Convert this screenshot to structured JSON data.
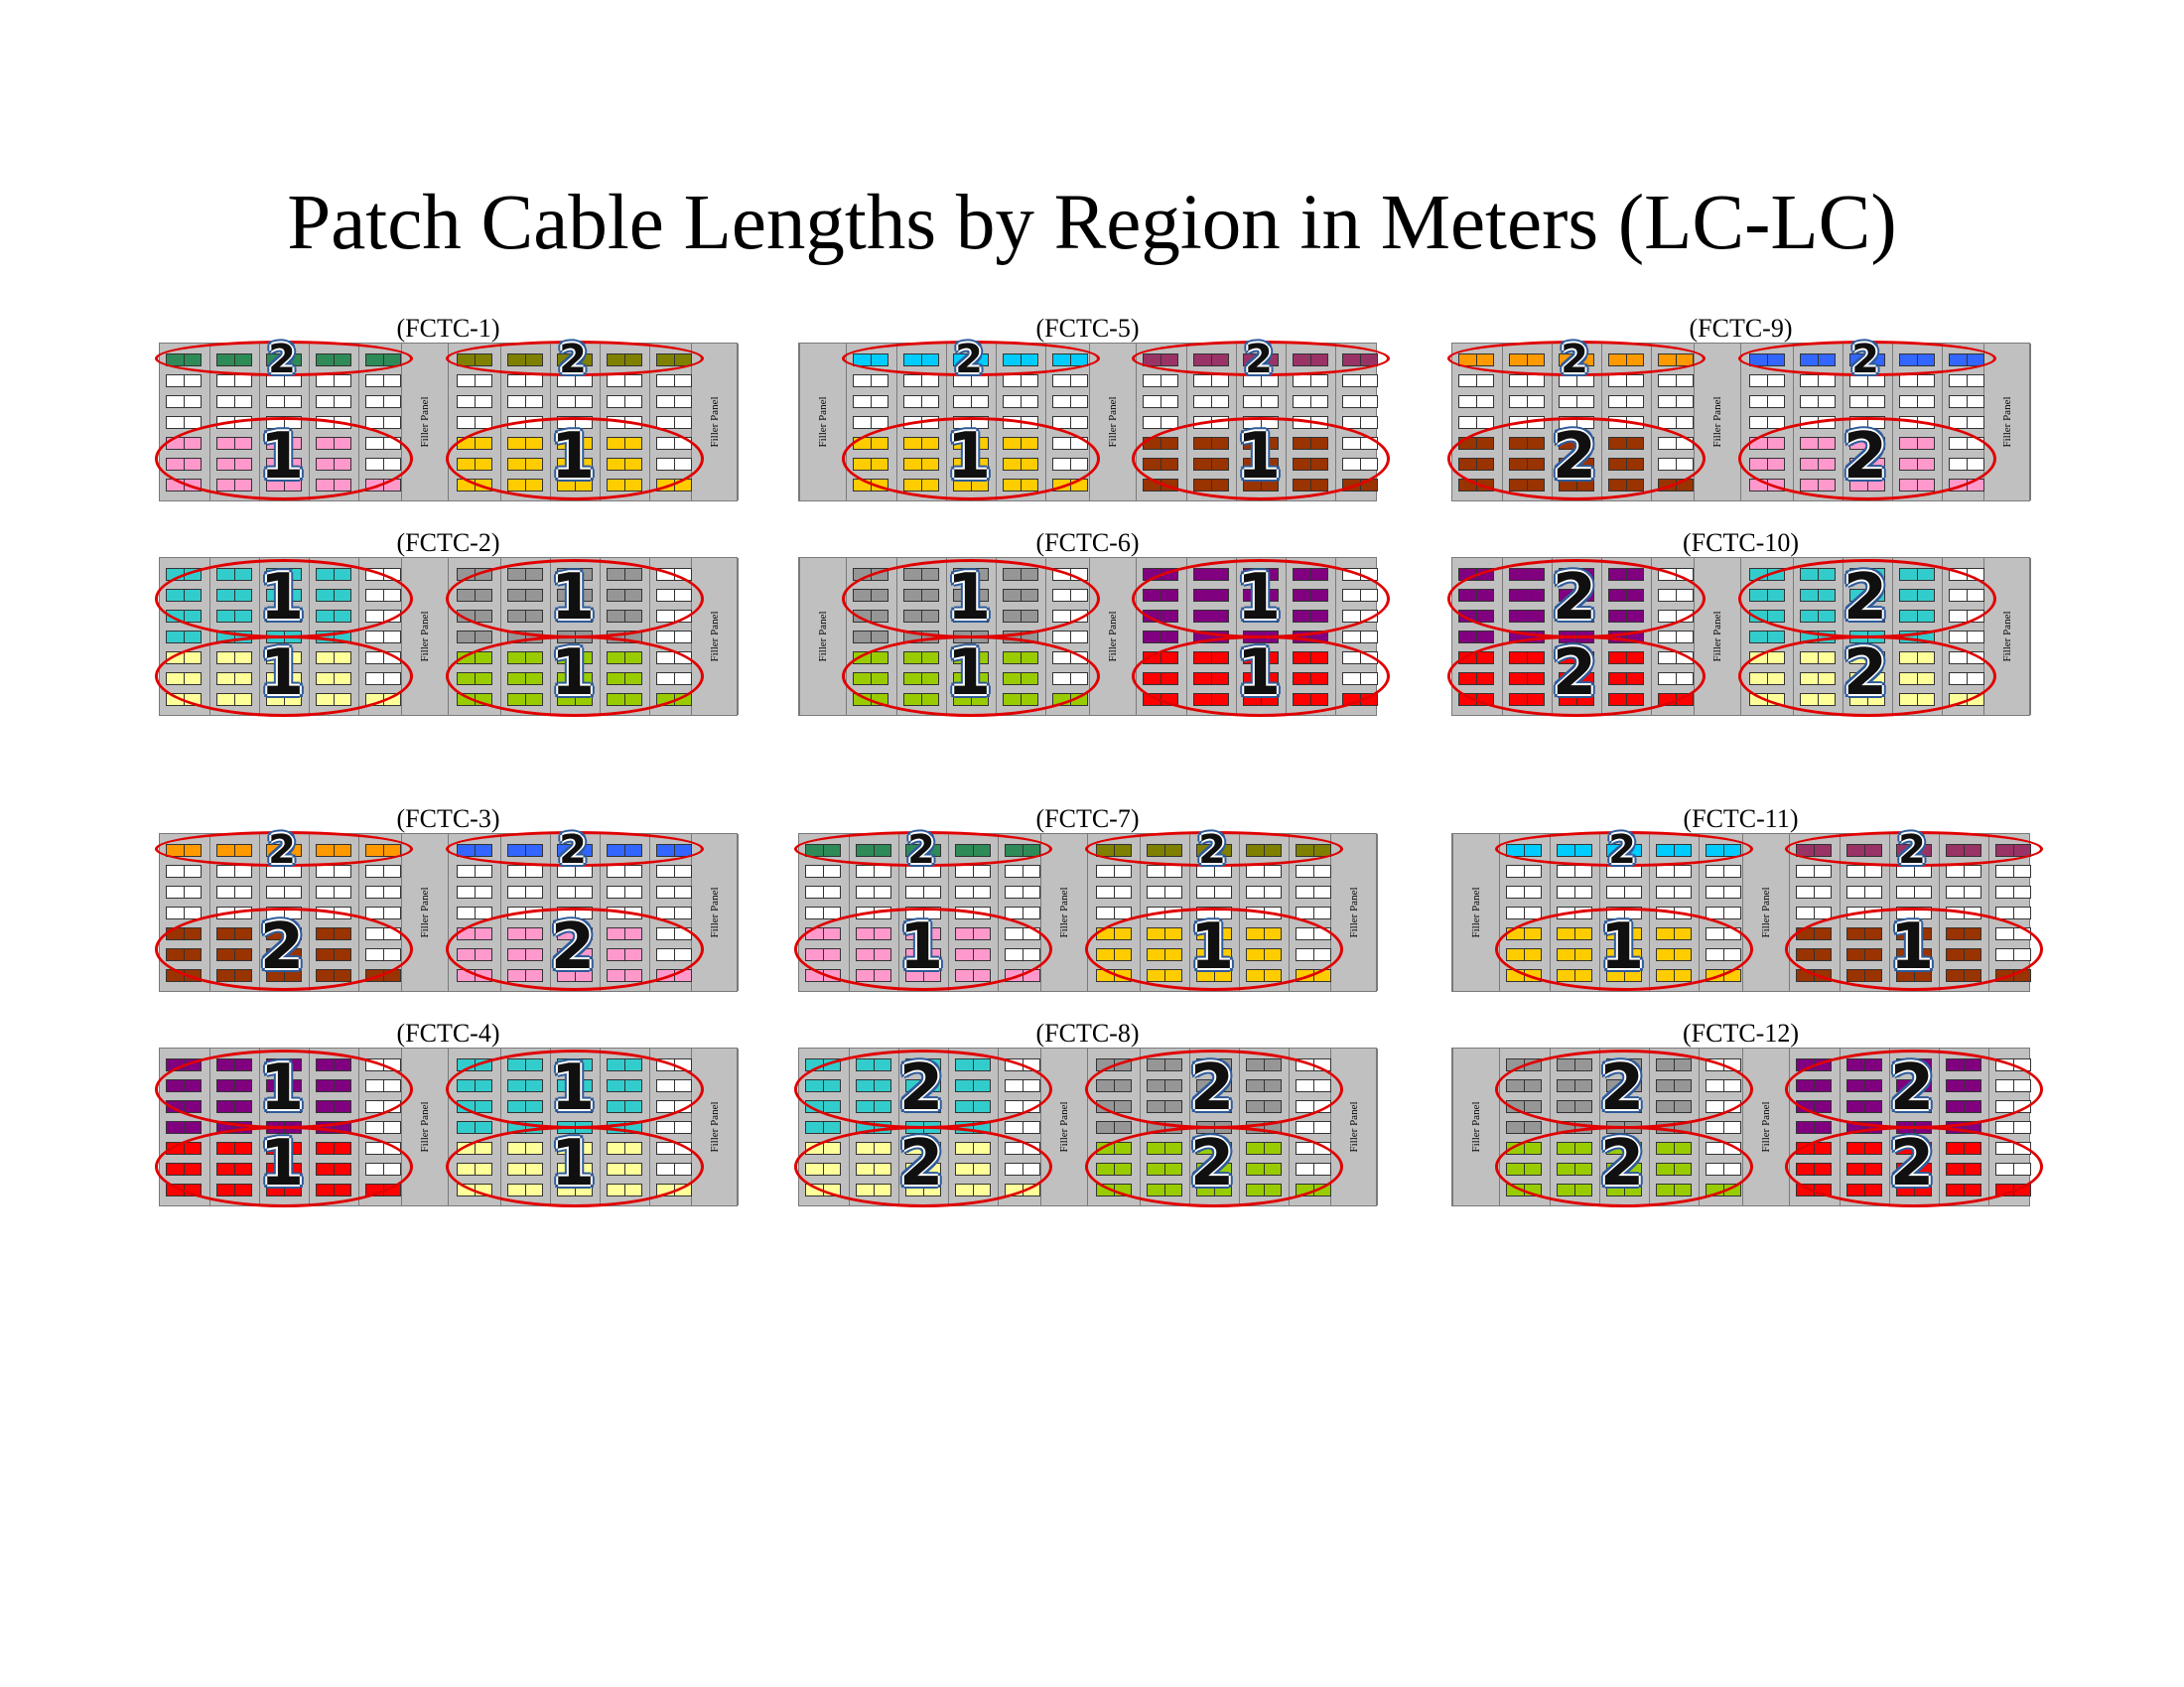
{
  "page": {
    "title": "Patch Cable Lengths by Region in Meters (LC-LC)",
    "filler_label": "Filler Panel"
  },
  "colors": {
    "red_ring": "#e00000",
    "chassis": "#c0c0c0",
    "empty_port": "#ffffff"
  },
  "units": [
    {
      "id": "FCTC-1",
      "label": "(FCTC-1)",
      "filler": "right",
      "lengths": [
        2,
        2,
        1,
        1
      ],
      "colors": [
        "#2e8b57",
        "#808000",
        "#ff99cc",
        "#ffcc00"
      ]
    },
    {
      "id": "FCTC-2",
      "label": "(FCTC-2)",
      "filler": "right",
      "lengths": [
        1,
        1,
        1,
        1
      ],
      "colors": [
        "#33cccc",
        "#969696",
        "#ffff99",
        "#99cc00"
      ]
    },
    {
      "id": "FCTC-3",
      "label": "(FCTC-3)",
      "filler": "right",
      "lengths": [
        2,
        2,
        2,
        2
      ],
      "colors": [
        "#ff9900",
        "#3366ff",
        "#993300",
        "#ff99cc"
      ]
    },
    {
      "id": "FCTC-4",
      "label": "(FCTC-4)",
      "filler": "right",
      "lengths": [
        1,
        1,
        1,
        1
      ],
      "colors": [
        "#800080",
        "#33cccc",
        "#ff0000",
        "#ffff99"
      ]
    },
    {
      "id": "FCTC-5",
      "label": "(FCTC-5)",
      "filler": "left",
      "lengths": [
        2,
        2,
        1,
        1
      ],
      "colors": [
        "#00ccff",
        "#993366",
        "#ffcc00",
        "#993300"
      ]
    },
    {
      "id": "FCTC-6",
      "label": "(FCTC-6)",
      "filler": "left",
      "lengths": [
        1,
        1,
        1,
        1
      ],
      "colors": [
        "#969696",
        "#800080",
        "#99cc00",
        "#ff0000"
      ]
    },
    {
      "id": "FCTC-7",
      "label": "(FCTC-7)",
      "filler": "right",
      "lengths": [
        2,
        2,
        1,
        1
      ],
      "colors": [
        "#2e8b57",
        "#808000",
        "#ff99cc",
        "#ffcc00"
      ]
    },
    {
      "id": "FCTC-8",
      "label": "(FCTC-8)",
      "filler": "right",
      "lengths": [
        2,
        2,
        2,
        2
      ],
      "colors": [
        "#33cccc",
        "#969696",
        "#ffff99",
        "#99cc00"
      ]
    },
    {
      "id": "FCTC-9",
      "label": "(FCTC-9)",
      "filler": "right",
      "lengths": [
        2,
        2,
        2,
        2
      ],
      "colors": [
        "#ff9900",
        "#3366ff",
        "#993300",
        "#ff99cc"
      ]
    },
    {
      "id": "FCTC-10",
      "label": "(FCTC-10)",
      "filler": "right",
      "lengths": [
        2,
        2,
        2,
        2
      ],
      "colors": [
        "#800080",
        "#33cccc",
        "#ff0000",
        "#ffff99"
      ]
    },
    {
      "id": "FCTC-11",
      "label": "(FCTC-11)",
      "filler": "left",
      "lengths": [
        2,
        2,
        1,
        1
      ],
      "colors": [
        "#00ccff",
        "#993366",
        "#ffcc00",
        "#993300"
      ]
    },
    {
      "id": "FCTC-12",
      "label": "(FCTC-12)",
      "filler": "left",
      "lengths": [
        2,
        2,
        2,
        2
      ],
      "colors": [
        "#969696",
        "#800080",
        "#99cc00",
        "#ff0000"
      ]
    }
  ]
}
